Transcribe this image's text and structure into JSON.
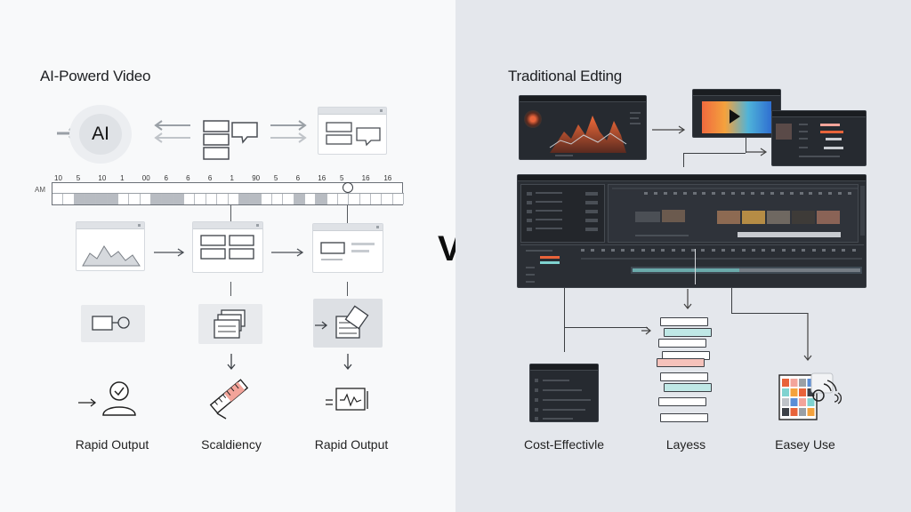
{
  "left": {
    "title": "AI-Powerd Video",
    "ai_badge": "AI",
    "timeline_prefix": "AM",
    "timeline_ticks": [
      "10",
      "5",
      "10",
      "1",
      "00",
      "6",
      "6",
      "6",
      "1",
      "90",
      "5",
      "6",
      "16",
      "5",
      "16",
      "16"
    ],
    "labels": [
      "Rapid Output",
      "Scaldiency",
      "Rapid Output"
    ]
  },
  "vs_label": "Vs",
  "right": {
    "title": "Traditional Edting",
    "labels": [
      "Cost-Effectivle",
      "Layess",
      "Easey Use"
    ]
  },
  "colors": {
    "left_bg": "#f8f9fa",
    "right_bg": "#e4e7ec",
    "accent_orange": "#e8633a",
    "accent_teal": "#7fd3d0",
    "accent_salmon": "#f3a49a",
    "dark_ui": "#262a30"
  },
  "icons": [
    "arrow-icon",
    "ai-badge-icon",
    "chat-bubble-icon",
    "area-chart-icon",
    "grid-layout-icon",
    "stacked-cards-icon",
    "flow-node-icon",
    "person-check-icon",
    "ruler-icon",
    "waveform-icon",
    "palette-grid-icon",
    "play-icon"
  ]
}
